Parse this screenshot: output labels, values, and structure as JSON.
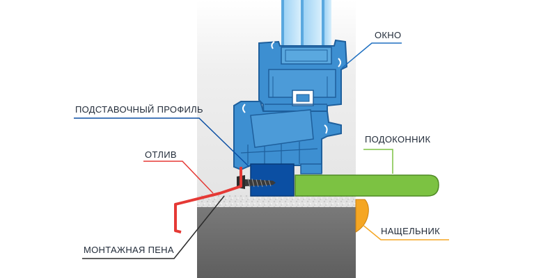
{
  "labels": {
    "window": "ОКНО",
    "support_profile": "ПОДСТАВОЧНЫЙ ПРОФИЛЬ",
    "drip": "ОТЛИВ",
    "sill": "ПОДОКОННИК",
    "flashing": "НАЩЕЛЬНИК",
    "foam": "МОНТАЖНАЯ ПЕНА"
  },
  "colors": {
    "window_profile": "#3d8fd1",
    "window_outline": "#1e5f9c",
    "support_profile": "#0b4fa3",
    "drip": "#e53935",
    "sill": "#7cc242",
    "flashing": "#f5a623",
    "foam": "#dcdcdc",
    "wall": "#6e6e6e",
    "leader_dark": "#2b2b2b"
  }
}
